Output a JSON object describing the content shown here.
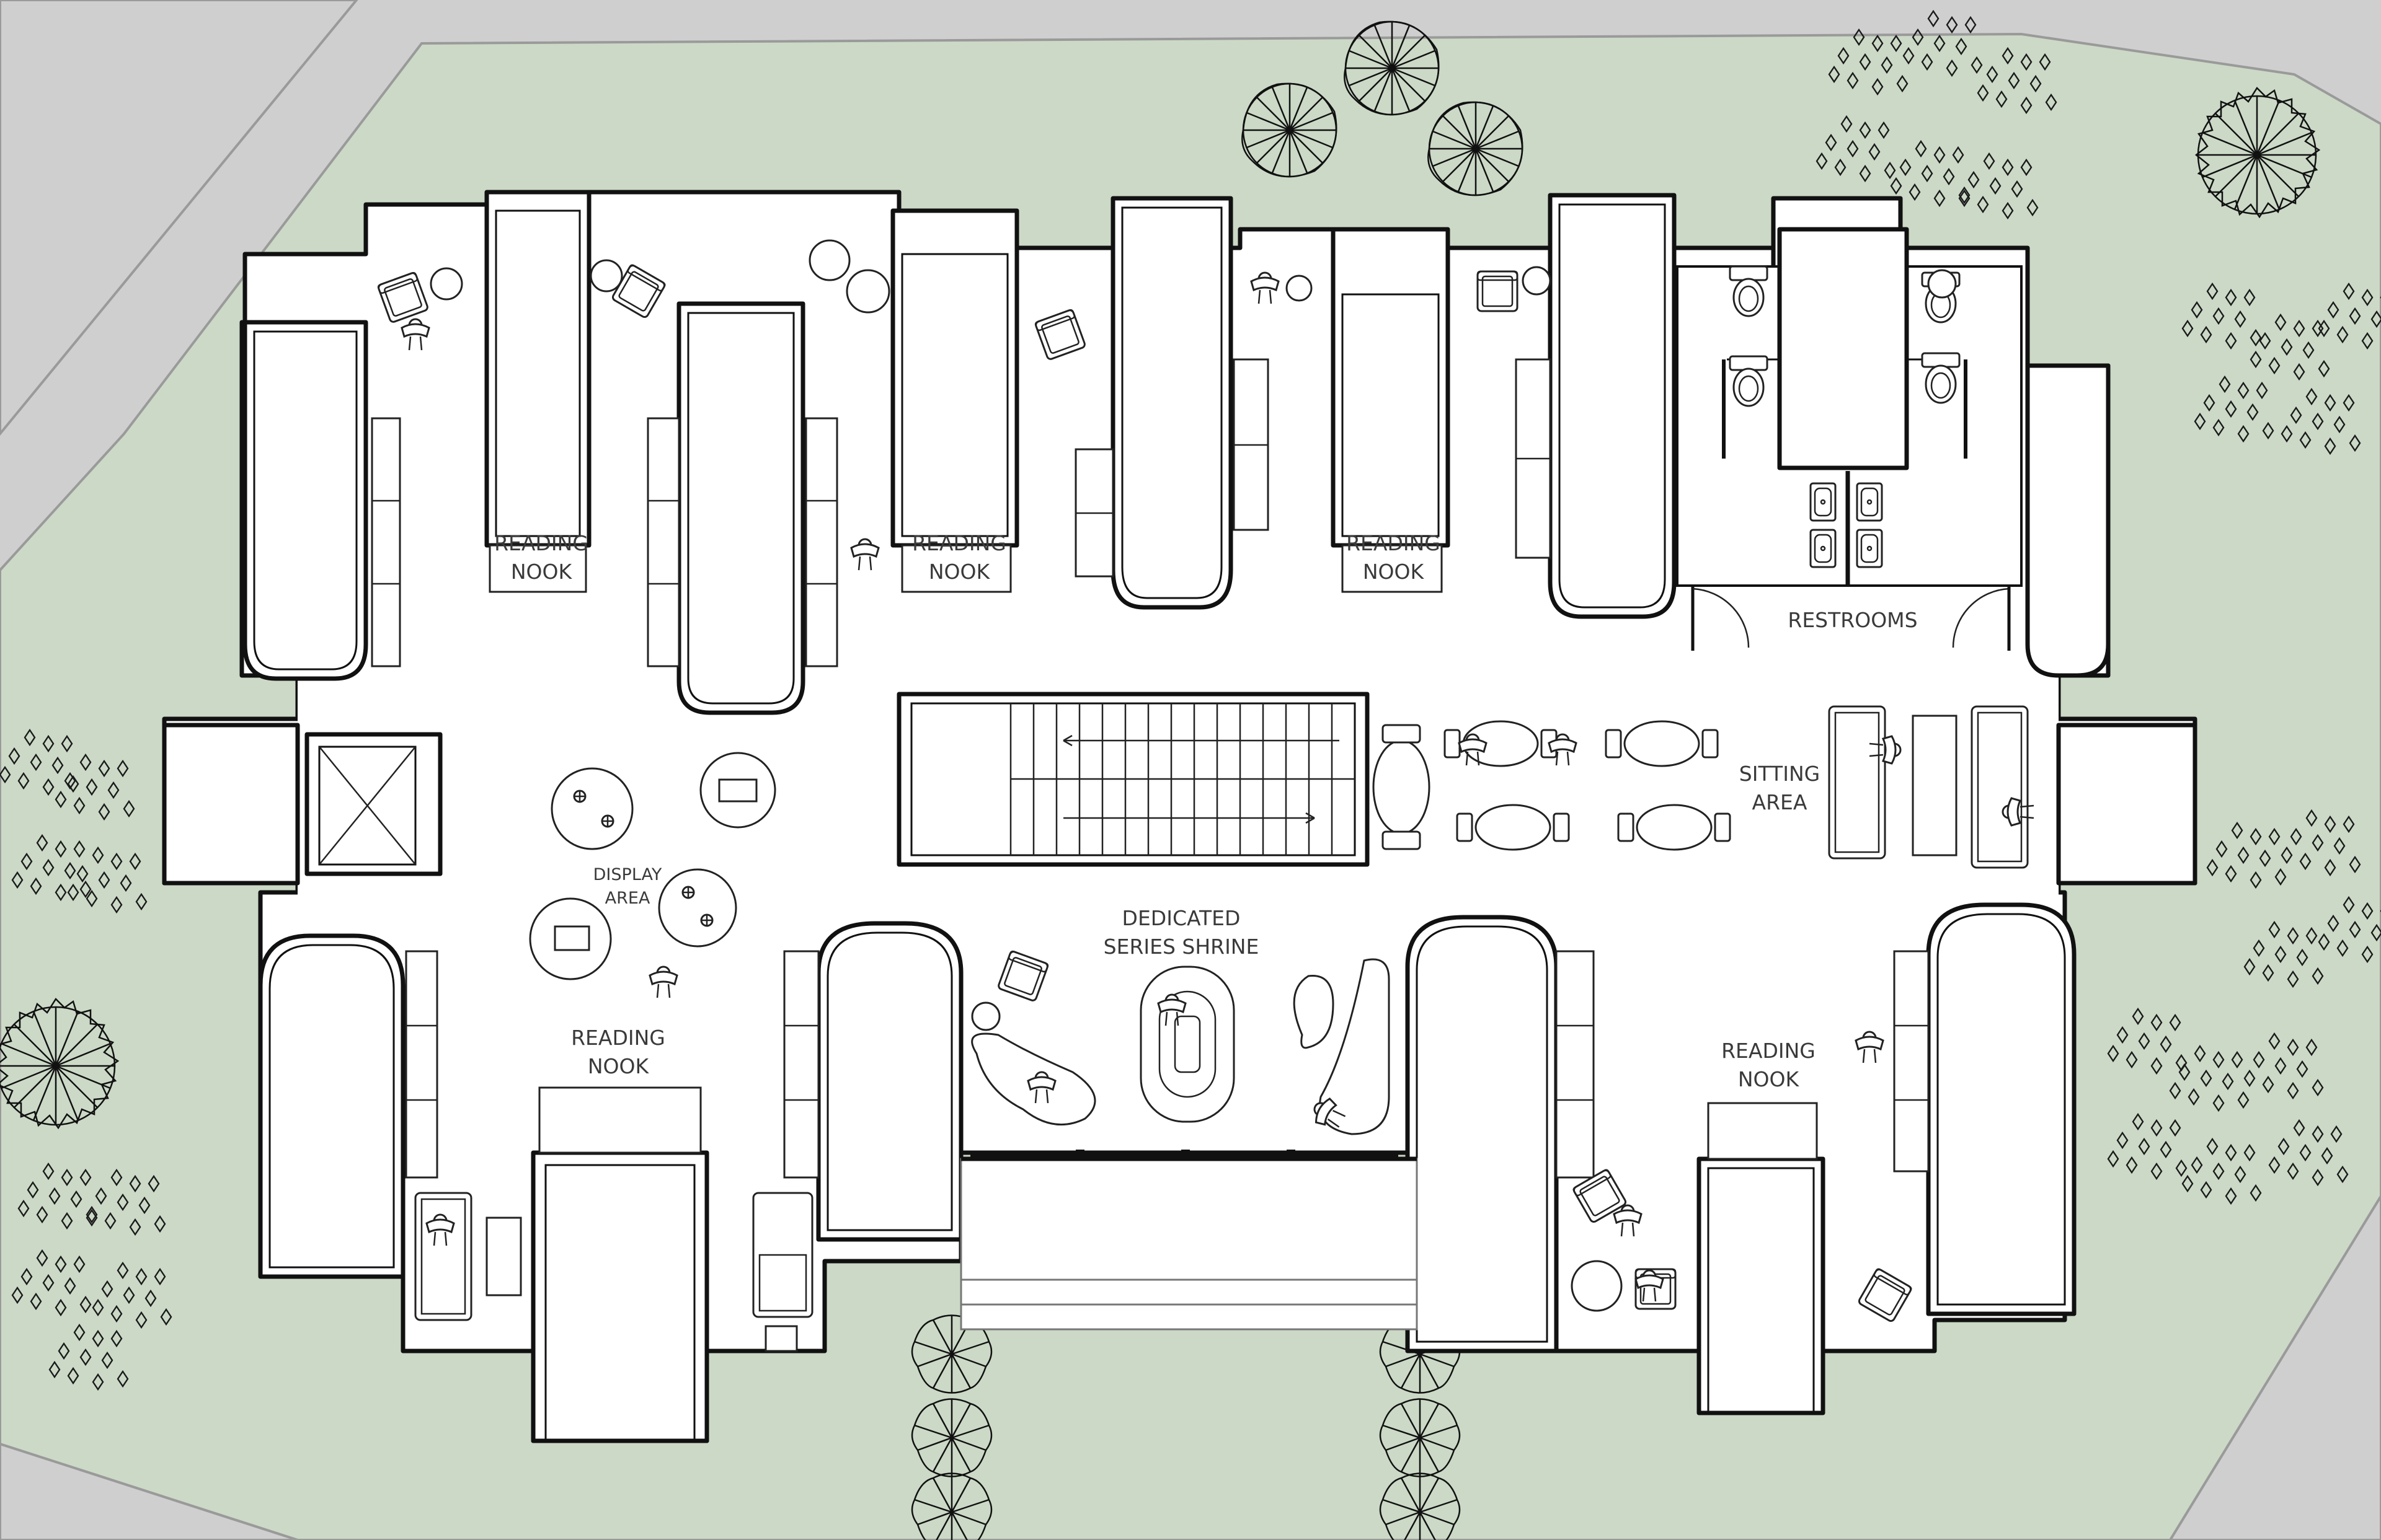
{
  "labels": {
    "reading_nook_1": [
      "READING",
      "NOOK"
    ],
    "reading_nook_2": [
      "READING",
      "NOOK"
    ],
    "reading_nook_3": [
      "READING",
      "NOOK"
    ],
    "reading_nook_4": [
      "READING",
      "NOOK"
    ],
    "reading_nook_5": [
      "READING",
      "NOOK"
    ],
    "restrooms": "RESTROOMS",
    "sitting_area": [
      "SITTING",
      "AREA"
    ],
    "display_area": [
      "DISPLAY",
      "AREA"
    ],
    "shrine": [
      "DEDICATED",
      "SERIES SHRINE"
    ]
  },
  "colors": {
    "lawn": "#cbd9c6",
    "pavement": "#cfcfcf",
    "floor": "#ffffff",
    "wall": "#111111",
    "text": "#3a3a3a"
  },
  "icons": [
    "tree-icon",
    "shrub-icon",
    "toilet-icon",
    "sink-icon",
    "armchair-icon",
    "sofa-icon",
    "round-table-icon",
    "person-icon",
    "elevator-icon",
    "stair-arrow-icon"
  ]
}
